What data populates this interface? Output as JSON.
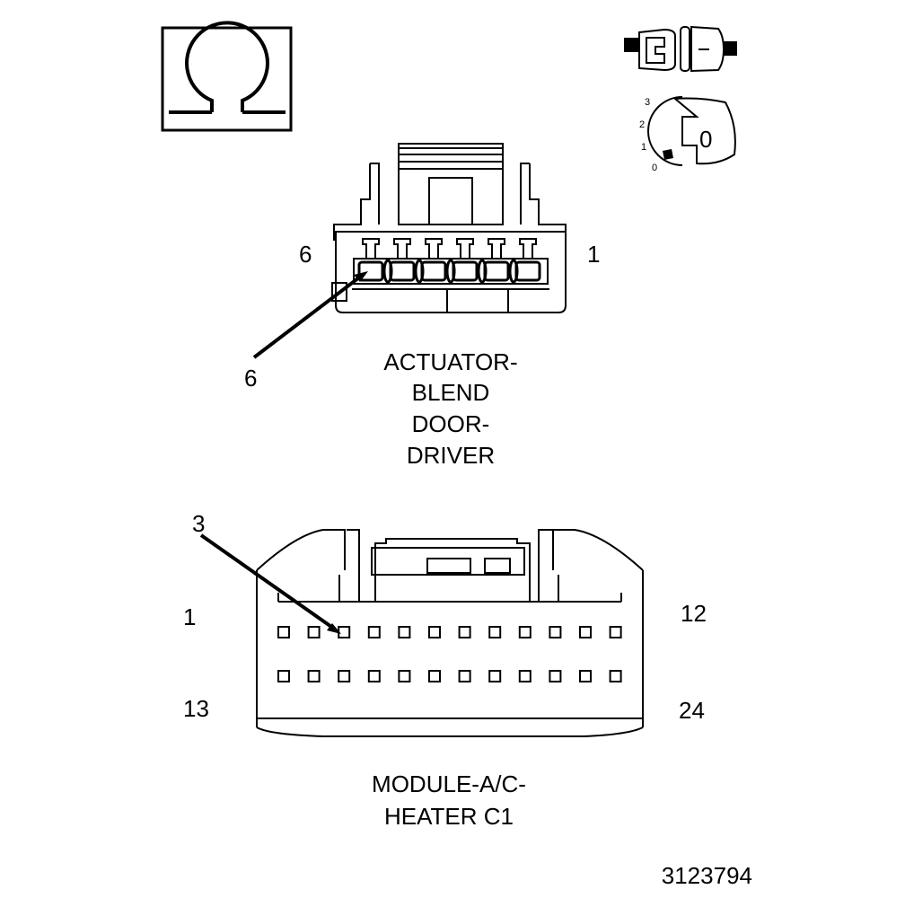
{
  "ohm_symbol": {
    "glyph": "Ω",
    "icon": "ohmmeter-icon"
  },
  "key_icons": {
    "connector_icon": "disconnected-connector-icon",
    "ignition_icon": "ignition-key-icon",
    "ignition_positions": [
      "3",
      "2",
      "1",
      "0"
    ],
    "key_label": "0"
  },
  "actuator_connector": {
    "pin_left_label": "6",
    "pin_right_label": "1",
    "callout_label": "6",
    "title_lines": [
      "ACTUATOR-",
      "BLEND",
      "DOOR-",
      "DRIVER"
    ]
  },
  "module_connector": {
    "callout_label": "3",
    "top_left_label": "1",
    "top_right_label": "12",
    "bottom_left_label": "13",
    "bottom_right_label": "24",
    "title_lines": [
      "MODULE-A/C-",
      "HEATER C1"
    ],
    "pins_per_row": 12
  },
  "figure_id": "3123794"
}
